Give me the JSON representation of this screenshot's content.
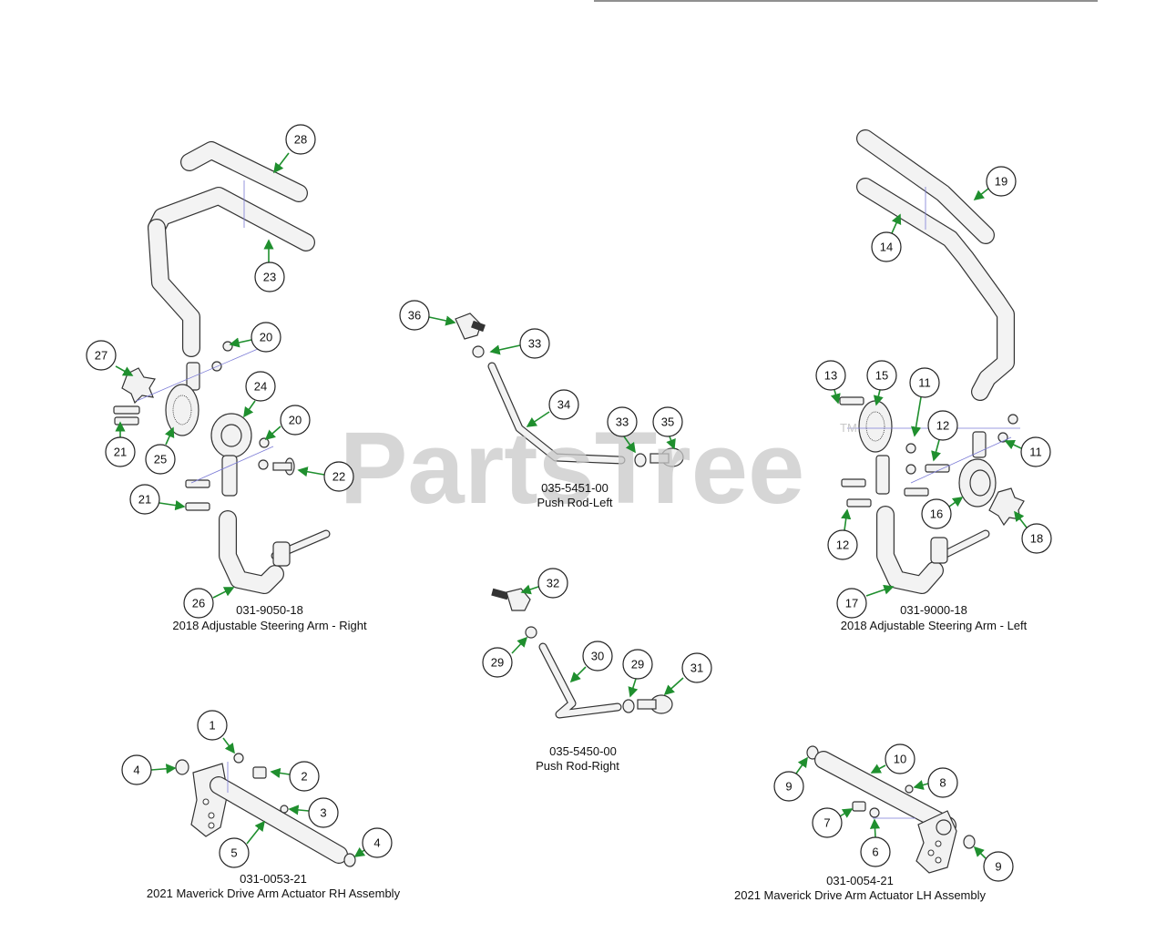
{
  "watermark": {
    "text": "PartsTree",
    "trademark": "TM"
  },
  "assemblies": [
    {
      "part_number": "031-9050-18",
      "title": "2018 Adjustable Steering Arm - Right"
    },
    {
      "part_number": "035-5451-00",
      "title": "Push Rod-Left"
    },
    {
      "part_number": "031-9000-18",
      "title": "2018 Adjustable Steering Arm - Left"
    },
    {
      "part_number": "035-5450-00",
      "title": "Push Rod-Right"
    },
    {
      "part_number": "031-0053-21",
      "title": "2021 Maverick Drive Arm Actuator RH Assembly"
    },
    {
      "part_number": "031-0054-21",
      "title": "2021 Maverick Drive Arm Actuator LH Assembly"
    }
  ],
  "callouts": [
    "28",
    "23",
    "27",
    "20",
    "24",
    "25",
    "21",
    "20",
    "22",
    "21",
    "26",
    "36",
    "33",
    "34",
    "33",
    "35",
    "19",
    "14",
    "13",
    "15",
    "11",
    "12",
    "11",
    "16",
    "18",
    "12",
    "17",
    "32",
    "29",
    "30",
    "29",
    "31",
    "1",
    "4",
    "2",
    "3",
    "5",
    "4",
    "10",
    "9",
    "8",
    "7",
    "6",
    "9"
  ],
  "colors": {
    "arrow": "#1f8f2e",
    "leader": "#7b7bd6",
    "watermark": "#c8c8c8"
  }
}
